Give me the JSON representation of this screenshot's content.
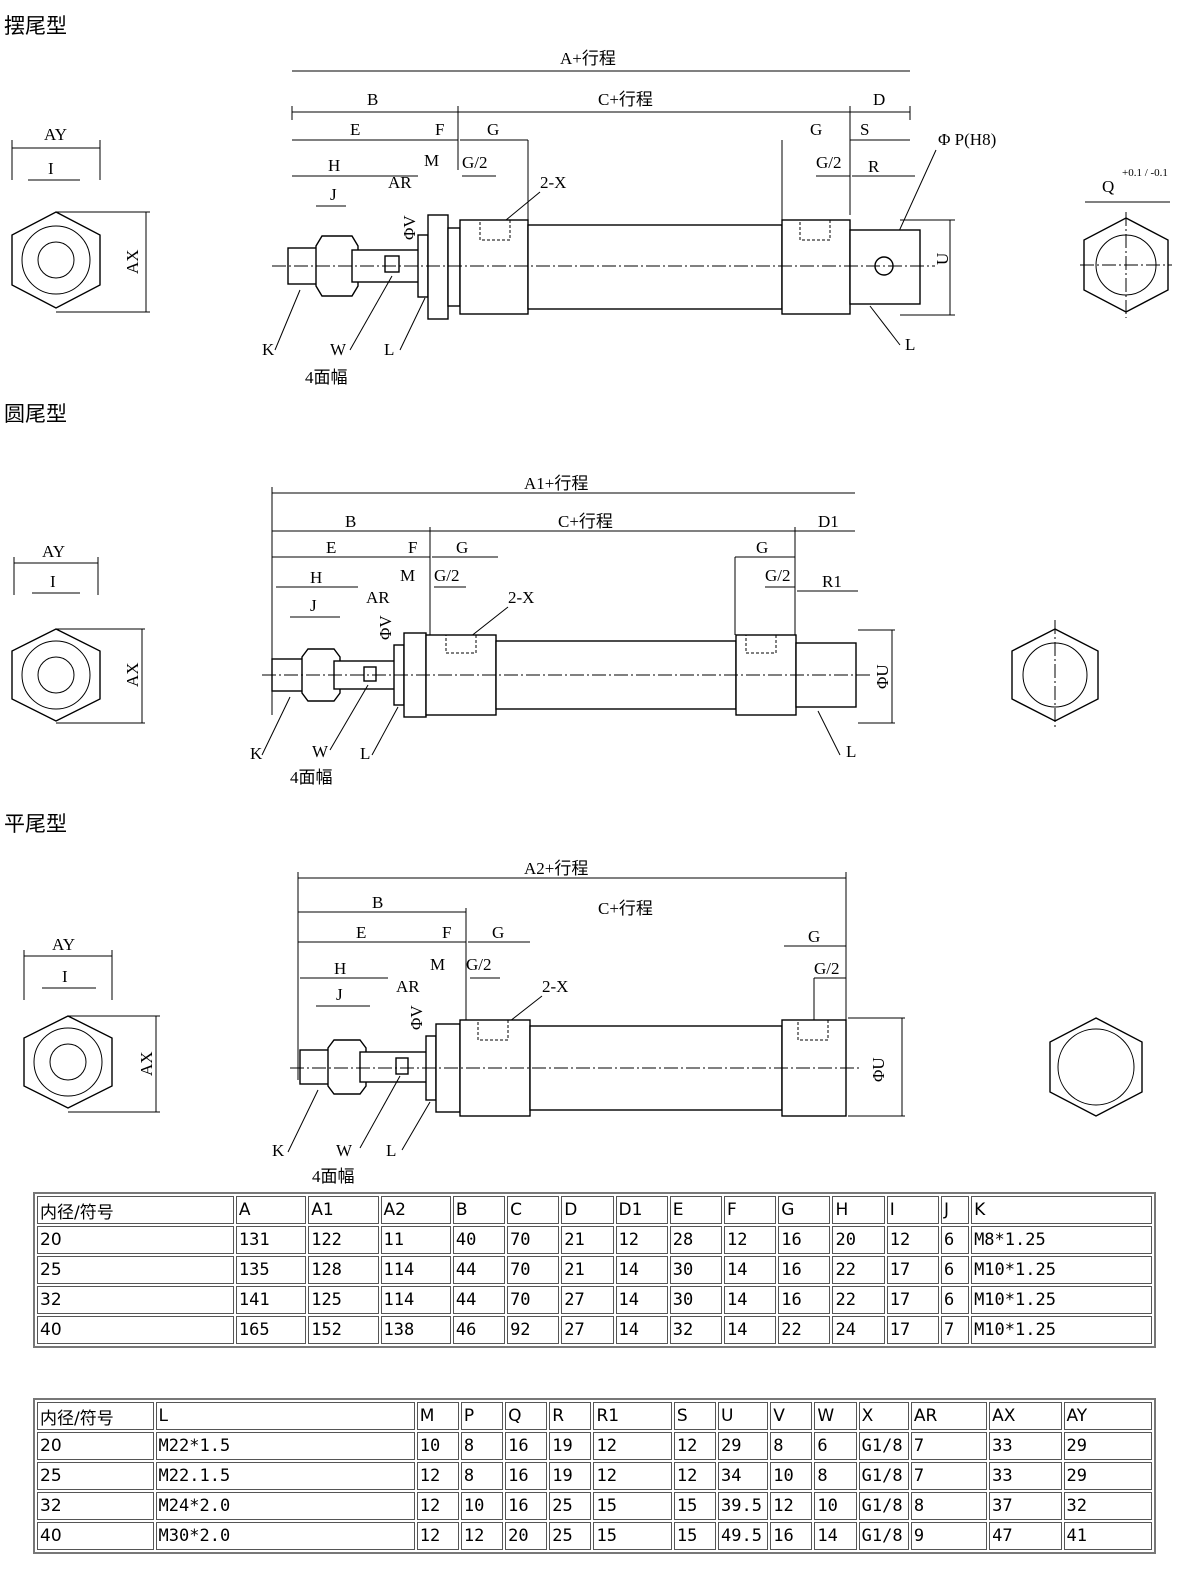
{
  "sections": {
    "swing": "摆尾型",
    "round": "圆尾型",
    "flat": "平尾型"
  },
  "d1": {
    "a": "A+行程",
    "b": "B",
    "c": "C+行程",
    "d": "D",
    "e": "E",
    "f": "F",
    "g": "G",
    "g2": "G/2",
    "s": "S",
    "r": "R",
    "h": "H",
    "j": "J",
    "m": "M",
    "ar": "AR",
    "v": "ΦV",
    "x": "2-X",
    "p": "Φ P(H8)",
    "u": "U",
    "q": "Q",
    "qtol": "+0.1 / -0.1",
    "k": "K",
    "w": "W",
    "l": "L",
    "w4": "4面幅",
    "ay": "AY",
    "i": "I",
    "ax": "AX"
  },
  "d2": {
    "a": "A1+行程",
    "b": "B",
    "c": "C+行程",
    "d": "D1",
    "e": "E",
    "f": "F",
    "g": "G",
    "g2": "G/2",
    "r": "R1",
    "h": "H",
    "j": "J",
    "m": "M",
    "ar": "AR",
    "v": "ΦV",
    "x": "2-X",
    "u": "ΦU",
    "k": "K",
    "w": "W",
    "l": "L",
    "w4": "4面幅",
    "ay": "AY",
    "i": "I",
    "ax": "AX"
  },
  "d3": {
    "a": "A2+行程",
    "b": "B",
    "c": "C+行程",
    "e": "E",
    "f": "F",
    "g": "G",
    "g2": "G/2",
    "h": "H",
    "j": "J",
    "m": "M",
    "ar": "AR",
    "v": "ΦV",
    "x": "2-X",
    "u": "ΦU",
    "k": "K",
    "w": "W",
    "l": "L",
    "w4": "4面幅",
    "ay": "AY",
    "i": "I",
    "ax": "AX"
  },
  "table1": {
    "header": [
      "内径/符号",
      "A",
      "A1",
      "A2",
      "B",
      "C",
      "D",
      "D1",
      "E",
      "F",
      "G",
      "H",
      "I",
      "J",
      "K"
    ],
    "rows": [
      [
        "20",
        "131",
        "122",
        "11",
        "40",
        "70",
        "21",
        "12",
        "28",
        "12",
        "16",
        "20",
        "12",
        "6",
        "M8*1.25"
      ],
      [
        "25",
        "135",
        "128",
        "114",
        "44",
        "70",
        "21",
        "14",
        "30",
        "14",
        "16",
        "22",
        "17",
        "6",
        "M10*1.25"
      ],
      [
        "32",
        "141",
        "125",
        "114",
        "44",
        "70",
        "27",
        "14",
        "30",
        "14",
        "16",
        "22",
        "17",
        "6",
        "M10*1.25"
      ],
      [
        "40",
        "165",
        "152",
        "138",
        "46",
        "92",
        "27",
        "14",
        "32",
        "14",
        "22",
        "24",
        "17",
        "7",
        "M10*1.25"
      ]
    ]
  },
  "table2": {
    "header": [
      "内径/符号",
      "L",
      "M",
      "P",
      "Q",
      "R",
      "R1",
      "S",
      "U",
      "V",
      "W",
      "X",
      "AR",
      "AX",
      "AY"
    ],
    "rows": [
      [
        "20",
        "M22*1.5",
        "10",
        "8",
        "16",
        "19",
        "12",
        "12",
        "29",
        "8",
        "6",
        "G1/8",
        "7",
        "33",
        "29"
      ],
      [
        "25",
        "M22.1.5",
        "12",
        "8",
        "16",
        "19",
        "12",
        "12",
        "34",
        "10",
        "8",
        "G1/8",
        "7",
        "33",
        "29"
      ],
      [
        "32",
        "M24*2.0",
        "12",
        "10",
        "16",
        "25",
        "15",
        "15",
        "39.5",
        "12",
        "10",
        "G1/8",
        "8",
        "37",
        "32"
      ],
      [
        "40",
        "M30*2.0",
        "12",
        "12",
        "20",
        "25",
        "15",
        "15",
        "49.5",
        "16",
        "14",
        "G1/8",
        "9",
        "47",
        "41"
      ]
    ]
  }
}
